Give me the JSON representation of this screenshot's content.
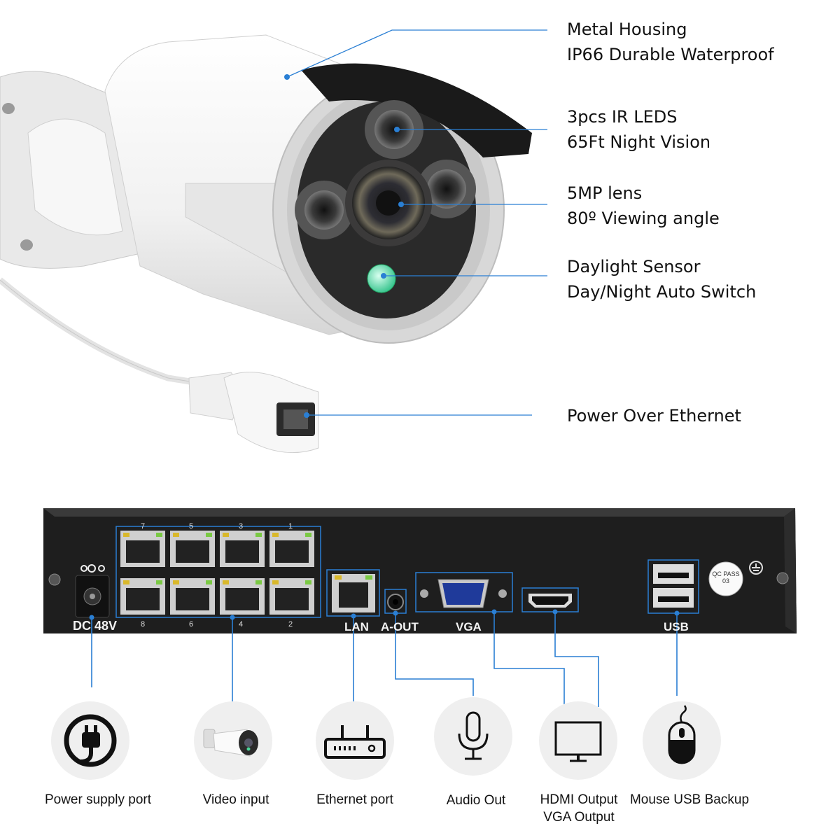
{
  "camera_features": [
    {
      "line1": "Metal Housing",
      "line2": "IP66 Durable Waterproof"
    },
    {
      "line1": "3pcs IR LEDS",
      "line2": "65Ft Night Vision"
    },
    {
      "line1": "5MP lens",
      "line2": "80º Viewing angle"
    },
    {
      "line1": "Daylight Sensor",
      "line2": "Day/Night Auto Switch"
    },
    {
      "line1": "Power Over Ethernet"
    }
  ],
  "nvr": {
    "labels": {
      "dc": "DC 48V",
      "lan": "LAN",
      "aout": "A-OUT",
      "vga": "VGA",
      "usb": "USB",
      "qc": "QC PASS 03"
    },
    "port_numbers_top": [
      "7",
      "5",
      "3",
      "1"
    ],
    "port_numbers_bottom": [
      "8",
      "6",
      "4",
      "2"
    ]
  },
  "icons": [
    {
      "icon": "power-plug-icon",
      "label": "Power supply port"
    },
    {
      "icon": "camera-icon",
      "label": "Video input"
    },
    {
      "icon": "router-icon",
      "label": "Ethernet port"
    },
    {
      "icon": "microphone-icon",
      "label": "Audio Out"
    },
    {
      "icon": "monitor-icon",
      "label": "HDMI Output",
      "label2": "VGA Output"
    },
    {
      "icon": "mouse-icon",
      "label": "Mouse USB Backup"
    }
  ],
  "colors": {
    "callout_line": "#2a7fd4",
    "nvr_body": "#1e1e1e",
    "icon_bg": "#efefef"
  }
}
